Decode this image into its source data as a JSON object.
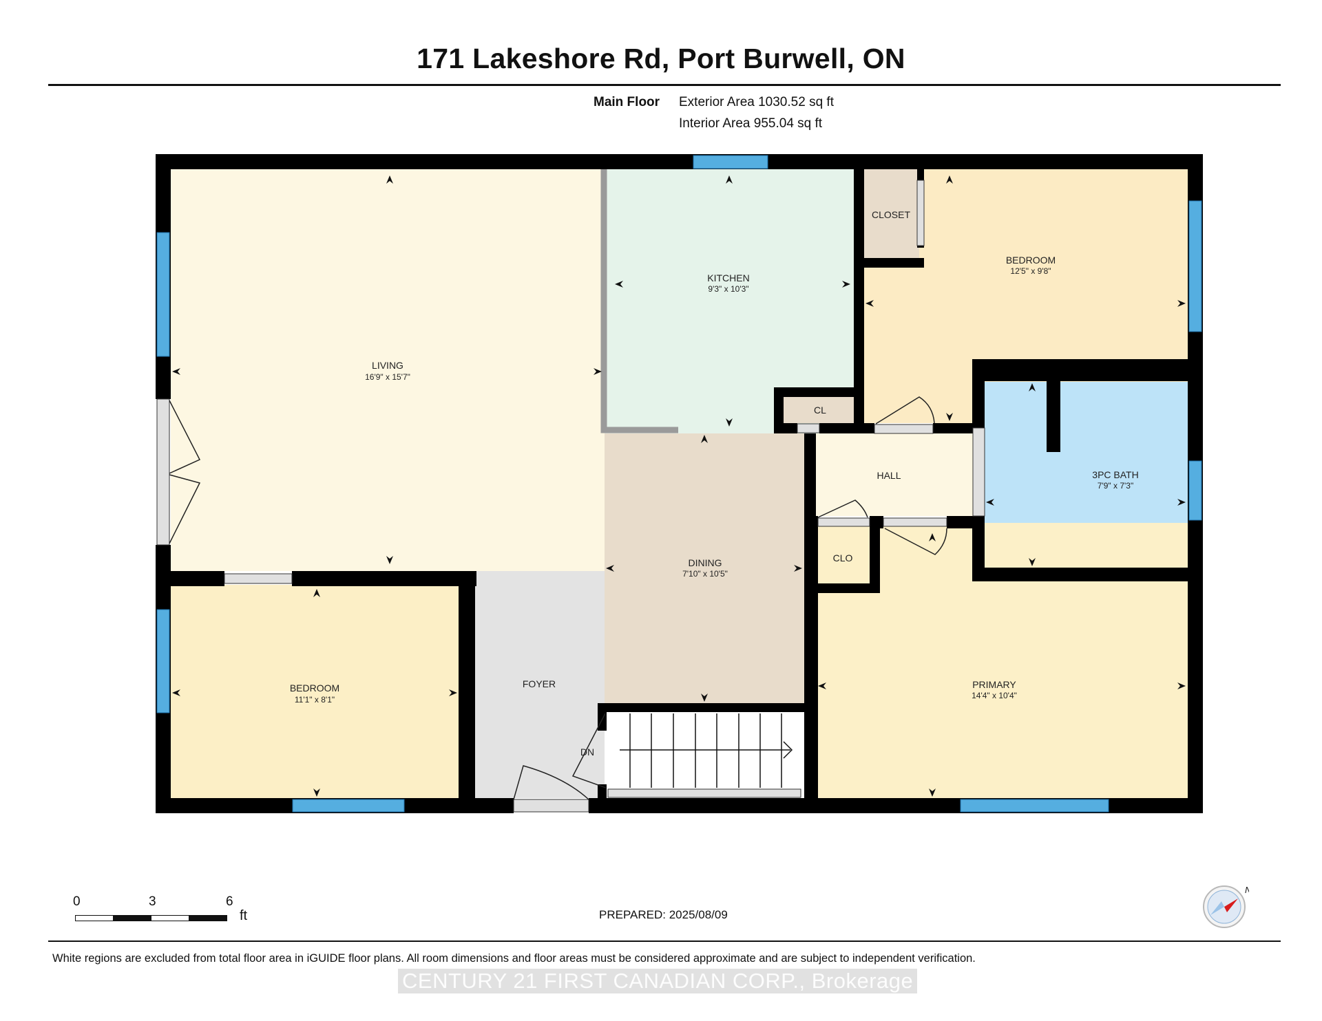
{
  "header": {
    "title": "171 Lakeshore Rd, Port Burwell, ON",
    "floor_name": "Main Floor",
    "exterior_area": "Exterior Area 1030.52 sq ft",
    "interior_area": "Interior Area 955.04 sq ft"
  },
  "rooms": [
    {
      "name": "LIVING",
      "dimensions": "16'9\" x 15'7\"",
      "fill": "#fdf7e2"
    },
    {
      "name": "KITCHEN",
      "dimensions": "9'3\" x 10'3\"",
      "fill": "#e5f3ea"
    },
    {
      "name": "BEDROOM",
      "dimensions": "12'5\" x 9'8\"",
      "fill": "#fcebc4"
    },
    {
      "name": "CLOSET",
      "dimensions": "",
      "fill": "#e8dccb"
    },
    {
      "name": "CL",
      "dimensions": "",
      "fill": "#e8dccb"
    },
    {
      "name": "HALL",
      "dimensions": "",
      "fill": "#fdf7e2"
    },
    {
      "name": "3PC BATH",
      "dimensions": "7'9\" x 7'3\"",
      "fill": "#bde3f8"
    },
    {
      "name": "CLO",
      "dimensions": "",
      "fill": "#e8dccb"
    },
    {
      "name": "DINING",
      "dimensions": "7'10\" x 10'5\"",
      "fill": "#e8dccb"
    },
    {
      "name": "PRIMARY",
      "dimensions": "14'4\" x 10'4\"",
      "fill": "#fcf0c8"
    },
    {
      "name": "BEDROOM",
      "dimensions": "11'1\" x 8'1\"",
      "fill": "#fcefc6"
    },
    {
      "name": "FOYER",
      "dimensions": "",
      "fill": "#e3e3e3"
    },
    {
      "name": "DN",
      "dimensions": "",
      "fill": "#ffffff"
    }
  ],
  "scale_bar": {
    "ticks": [
      "0",
      "3",
      "6"
    ],
    "unit": "ft"
  },
  "prepared": "PREPARED: 2025/08/09",
  "compass": {
    "label": "N"
  },
  "footer": {
    "disclaimer": "White regions are excluded from total floor area in iGUIDE floor plans. All room dimensions and floor areas must be considered approximate and are subject to independent verification.",
    "watermark": "CENTURY 21 FIRST CANADIAN CORP., Brokerage"
  },
  "colors": {
    "wall": "#000000",
    "window": "#55aee0",
    "door": "#e0e0e0",
    "counter": "#9a9a9a"
  }
}
